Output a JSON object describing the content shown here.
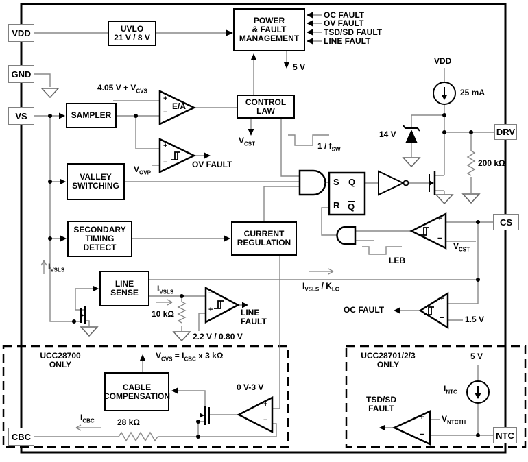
{
  "pins": {
    "vdd": "VDD",
    "gnd": "GND",
    "vs": "VS",
    "cbc": "CBC",
    "drv": "DRV",
    "cs": "CS",
    "ntc": "NTC"
  },
  "blocks": {
    "uvlo_l1": "UVLO",
    "uvlo_l2": "21 V / 8 V",
    "pfm_l1": "POWER",
    "pfm_l2": "& FAULT",
    "pfm_l3": "MANAGEMENT",
    "sampler": "SAMPLER",
    "control_l1": "CONTROL",
    "control_l2": "LAW",
    "valley_l1": "VALLEY",
    "valley_l2": "SWITCHING",
    "std_l1": "SECONDARY",
    "std_l2": "TIMING",
    "std_l3": "DETECT",
    "curreg_l1": "CURRENT",
    "curreg_l2": "REGULATION",
    "linesense_l1": "LINE",
    "linesense_l2": "SENSE",
    "cablecomp_l1": "CABLE",
    "cablecomp_l2": "COMPENSATION"
  },
  "latch": {
    "s": "S",
    "q": "Q",
    "r": "R",
    "qbar": "Q"
  },
  "faults": {
    "oc": "OC FAULT",
    "ov": "OV FAULT",
    "tsd": "TSD/SD FAULT",
    "line": "LINE FAULT"
  },
  "sym": {
    "plus": "+",
    "minus": "−",
    "ea": "E/A"
  },
  "labels": {
    "five_v": "5 V",
    "ea_ref_main": "4.05 V + V",
    "ea_ref_sub": "CVS",
    "vcst_main": "V",
    "vcst_sub": "CST",
    "fsw_main": "1 / f",
    "fsw_sub": "SW",
    "vovp_main": "V",
    "vovp_sub": "OVP",
    "ov_fault": "OV FAULT",
    "vdd_int": "VDD",
    "i25": "25 mA",
    "v14": "14 V",
    "r200": "200 kΩ",
    "leb": "LEB",
    "v15": "1.5 V",
    "oc_fault": "OC FAULT",
    "ivsls_main": "I",
    "ivsls_sub": "VSLS",
    "klc_main": " / K",
    "klc_sub": "LC",
    "r10": "10 kΩ",
    "line_fault_l1": "LINE",
    "line_fault_l2": "FAULT",
    "vline_ref": "2.2 V / 0.80 V",
    "ucc28700_l1": "UCC28700",
    "ucc28700_l2": "ONLY",
    "vcvs_eq_m1": "V",
    "vcvs_eq_s1": "CVS",
    "vcvs_eq_m2": " = I",
    "vcvs_eq_s2": "CBC",
    "vcvs_eq_m3": " x 3 kΩ",
    "icbc_main": "I",
    "icbc_sub": "CBC",
    "r28": "28 kΩ",
    "v0_3": "0 V-3 V",
    "ucc28701_l1": "UCC28701/2/3",
    "ucc28701_l2": "ONLY",
    "five_v_ntc": "5 V",
    "intc_main": "I",
    "intc_sub": "NTC",
    "tsd_l1": "TSD/SD",
    "tsd_l2": "FAULT",
    "vntcth_main": "V",
    "vntcth_sub": "NTCTH"
  }
}
